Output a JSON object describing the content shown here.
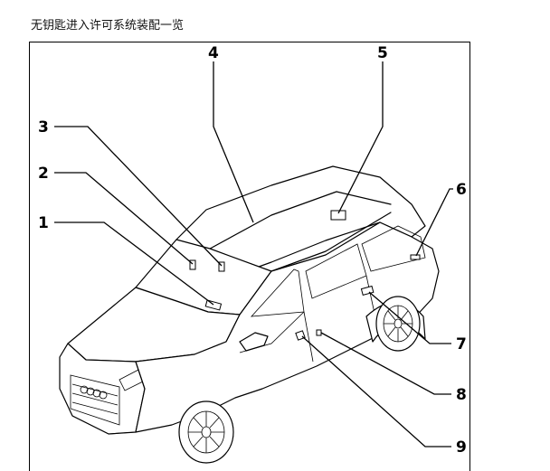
{
  "caption": "无钥匙进入许可系统装配一览",
  "callouts": [
    {
      "id": "callout-1",
      "label": "1"
    },
    {
      "id": "callout-2",
      "label": "2"
    },
    {
      "id": "callout-3",
      "label": "3"
    },
    {
      "id": "callout-4",
      "label": "4"
    },
    {
      "id": "callout-5",
      "label": "5"
    },
    {
      "id": "callout-6",
      "label": "6"
    },
    {
      "id": "callout-7",
      "label": "7"
    },
    {
      "id": "callout-8",
      "label": "8"
    },
    {
      "id": "callout-9",
      "label": "9"
    }
  ]
}
